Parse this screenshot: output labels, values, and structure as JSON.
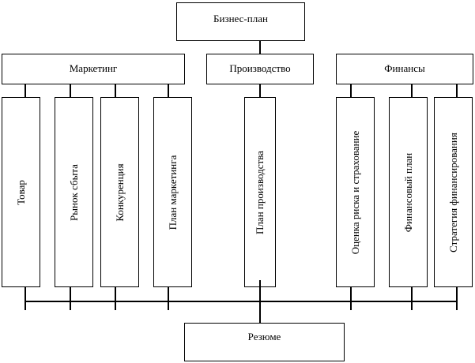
{
  "diagram": {
    "root": {
      "label": "Бизнес-план"
    },
    "sections": [
      {
        "label": "Маркетинг",
        "children": [
          "Товар",
          "Рынок сбыта",
          "Конкуренция",
          "План маркетинга"
        ]
      },
      {
        "label": "Производство",
        "children": [
          "План производства"
        ]
      },
      {
        "label": "Финансы",
        "children": [
          "Оценка риска и страхование",
          "Финансовый план",
          "Стратегия финансирования"
        ]
      }
    ],
    "summary": {
      "label": "Резюме"
    }
  }
}
